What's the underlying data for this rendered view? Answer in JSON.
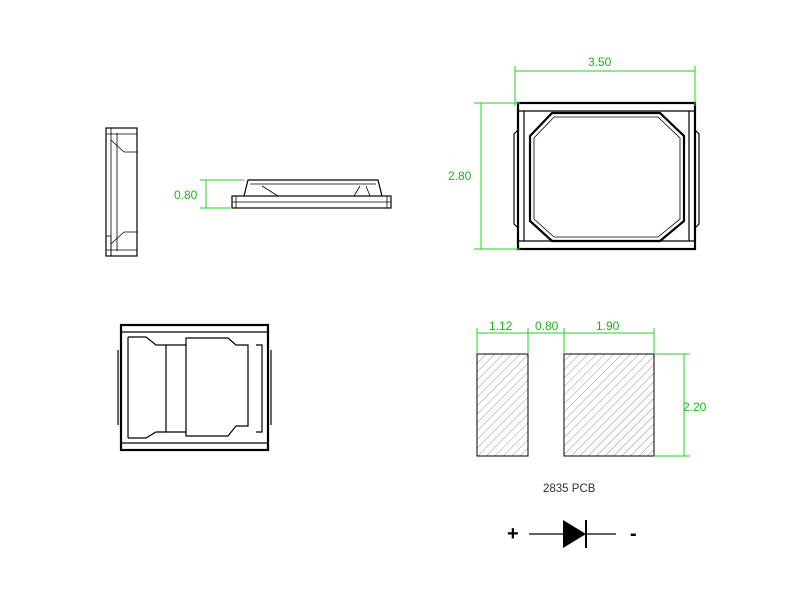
{
  "drawing": {
    "top_view": {
      "width_dim": "3.50",
      "height_dim": "2.80"
    },
    "side_view": {
      "thickness_dim": "0.80"
    },
    "pcb_footprint": {
      "pad_left_width": "1.12",
      "pad_gap": "0.80",
      "pad_right_width": "1.90",
      "pad_height": "2.20",
      "caption": "2835 PCB"
    },
    "polarity": {
      "anode_label": "+",
      "cathode_label": "-"
    },
    "colors": {
      "dimension": "#22d122",
      "outline": "#000000"
    }
  }
}
